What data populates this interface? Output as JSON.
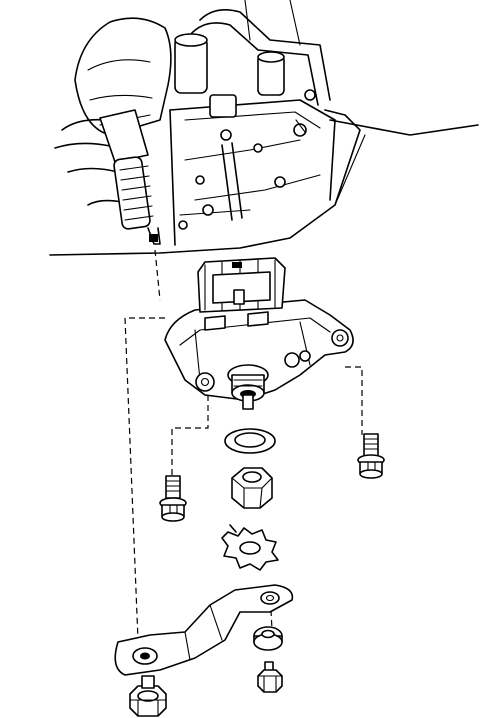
{
  "diagram": {
    "labels": [],
    "parts": [
      "transmission-case",
      "hand",
      "screwdriver",
      "neutral-start-switch",
      "gasket",
      "switch-nut",
      "lock-washer",
      "bolt-left",
      "bolt-right",
      "control-lever",
      "lever-washer",
      "lever-nut",
      "lever-bolt"
    ],
    "line_color": "#000000",
    "background_color": "#ffffff"
  }
}
